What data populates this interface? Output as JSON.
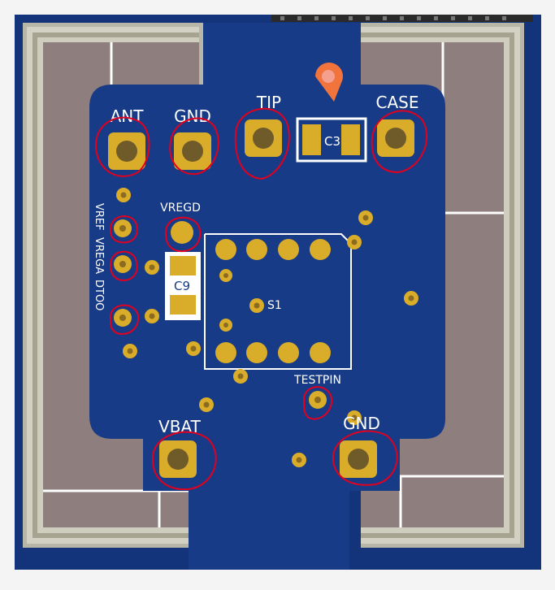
{
  "colors": {
    "page_background": "#f4f4f4",
    "board_background": "#13347a",
    "pcb_blue": "#173b86",
    "frame_light": "#c9c8bb",
    "frame_mid": "#a9a796",
    "copper_plane": "#8f7e7e",
    "pad_gold": "#d9ac2a",
    "pad_hole": "#6f5a2a",
    "silkscreen": "#ffffff",
    "markup_red": "#e1001f",
    "marker_orange": "#f0743c"
  },
  "toolbar": {
    "icons": [
      "toolbar-icon"
    ]
  },
  "labels": {
    "ant": "ANT",
    "gnd_top": "GND",
    "tip": "TIP",
    "case": "CASE",
    "c3": "C3",
    "vregd": "VREGD",
    "vref": "VREF",
    "vrega": "VREGA",
    "dtoo": "DTOO",
    "c9": "C9",
    "s1": "S1",
    "testpin": "TESTPIN",
    "vbat": "VBAT",
    "gnd_bottom": "GND"
  }
}
